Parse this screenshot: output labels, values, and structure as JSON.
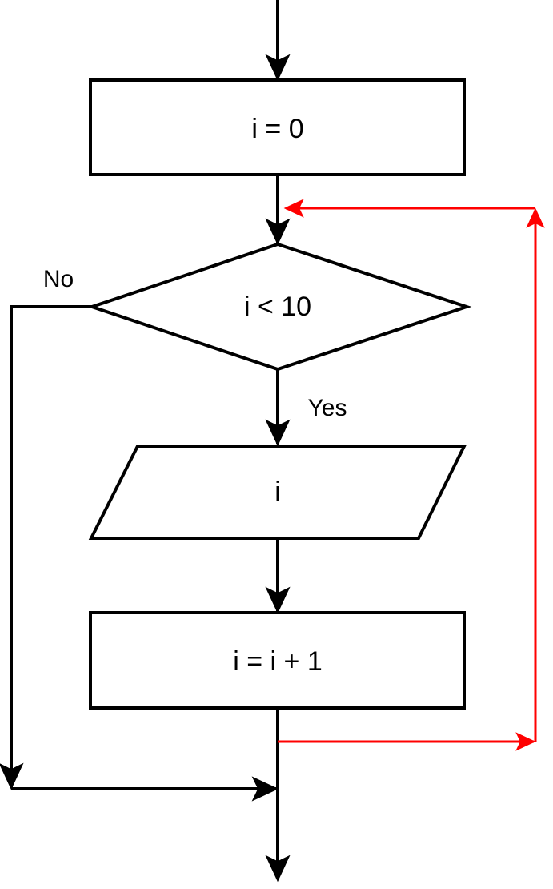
{
  "diagram": {
    "title": "for-loop flowchart",
    "type": "flowchart",
    "background_color": "#ffffff",
    "line_color": "#000000",
    "loop_color": "#ff0000",
    "nodes": [
      {
        "id": "init",
        "shape": "process",
        "text": "i = 0"
      },
      {
        "id": "condition",
        "shape": "decision",
        "text": "i < 10"
      },
      {
        "id": "output",
        "shape": "parallelogram",
        "text": "i"
      },
      {
        "id": "increment",
        "shape": "process",
        "text": "i = i + 1"
      }
    ],
    "edge_labels": [
      {
        "id": "no-label",
        "text": "No"
      },
      {
        "id": "yes-label",
        "text": "Yes"
      }
    ]
  }
}
